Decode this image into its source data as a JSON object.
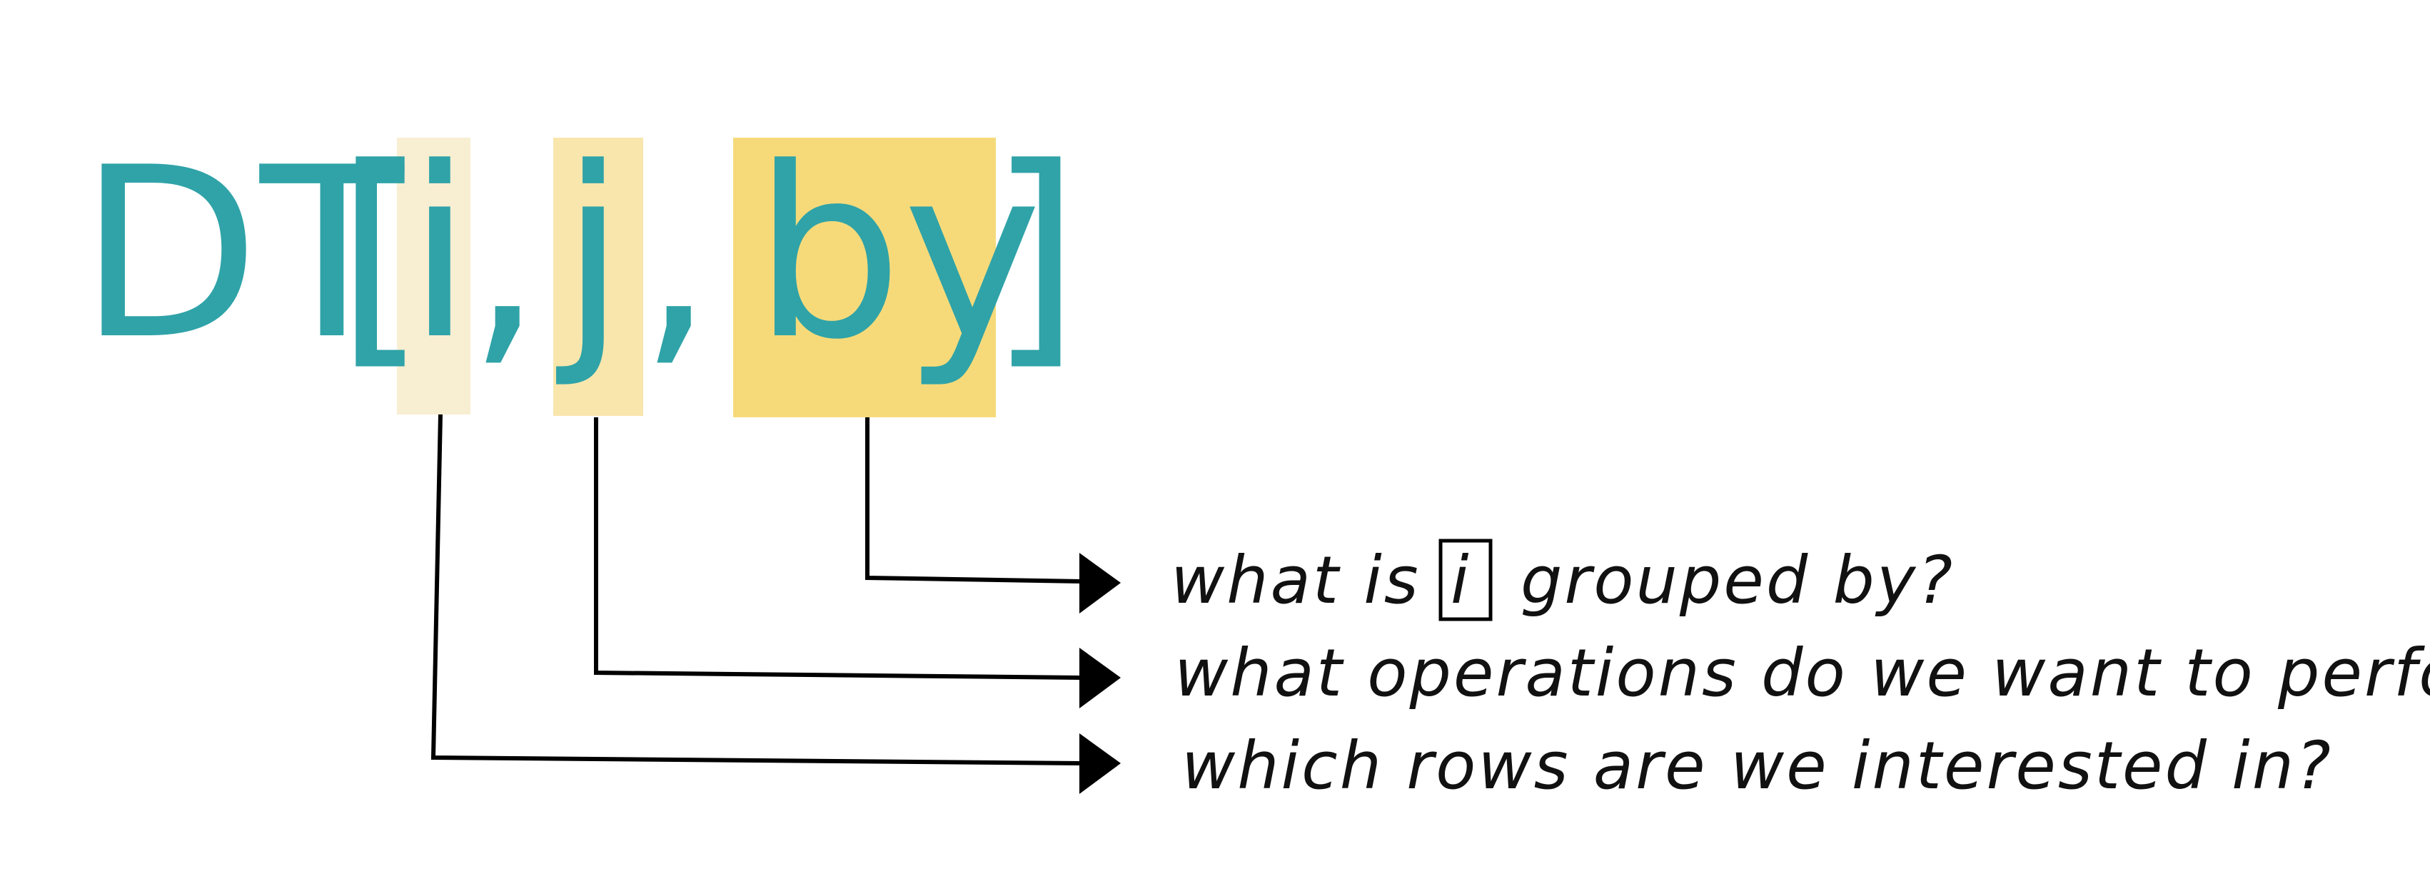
{
  "expression": {
    "object": "DT",
    "open_bracket": "[",
    "close_bracket": "]",
    "separator": ",",
    "args": {
      "i": "i",
      "j": "j",
      "by": "by"
    }
  },
  "annotations": {
    "by": {
      "before": "what is",
      "boxed": "i",
      "after": "grouped by?"
    },
    "j": "what operations do we want to perform?",
    "i": "which rows are we interested in?"
  },
  "colors": {
    "text": "#2fa3a8",
    "highlight_i": "#f8eed2",
    "highlight_j": "#f8e6ad",
    "highlight_by": "#f6da7a",
    "ink": "#000000"
  }
}
